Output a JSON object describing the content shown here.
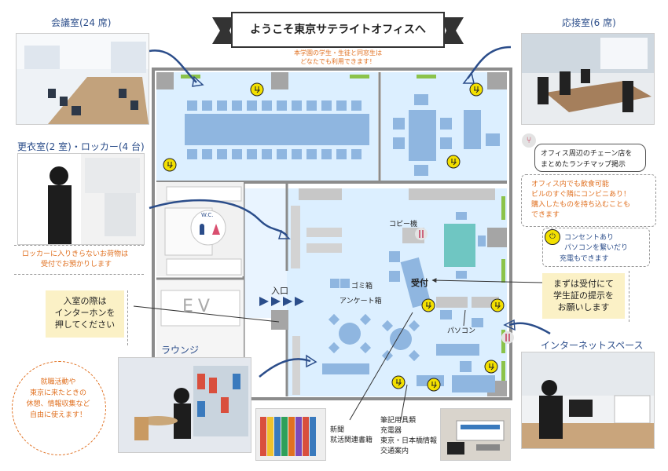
{
  "banner": {
    "title": "ようこそ東京サテライトオフィスへ",
    "subtitle_line1": "本学園の学生・生徒と同窓生は",
    "subtitle_line2": "どなたでも利用できます！"
  },
  "rooms": {
    "meeting_room": "会議室(24 席)",
    "reception_room": "応接室(6 席)",
    "locker_room": "更衣室(2 室)・ロッカー(4 台)",
    "lounge": "ラウンジ",
    "internet_space": "インターネットスペース"
  },
  "notes": {
    "locker_line1": "ロッカーに入りきらないお荷物は",
    "locker_line2": "受付でお預かりします",
    "intercom_line1": "入室の際は",
    "intercom_line2": "インターホンを",
    "intercom_line3": "押してください",
    "lounge_line1": "就職活動や",
    "lounge_line2": "東京に来たときの",
    "lounge_line3": "休憩、情報収集など",
    "lounge_line4": "自由に使えます！",
    "lunch_line1": "オフィス周辺のチェーン店を",
    "lunch_line2": "まとめたランチマップ掲示",
    "food_line1": "オフィス内でも飲食可能",
    "food_line2": "ビルのすぐ隣にコンビニあり！",
    "food_line3": "購入したものを持ち込むことも",
    "food_line4": "できます",
    "outlet_line1": "コンセントあり",
    "outlet_line2": "パソコンを繋いだり",
    "outlet_line3": "充電もできます",
    "reception_line1": "まずは受付にて",
    "reception_line2": "学生証の提示を",
    "reception_line3": "お願いします"
  },
  "floor_labels": {
    "wc": "W.C.",
    "ev": "EV",
    "entrance": "入口",
    "copier": "コピー機",
    "reception": "受付",
    "trash": "ゴミ箱",
    "survey": "アンケート箱",
    "pc": "パソコン"
  },
  "bottom_labels": {
    "newspaper_line1": "新聞",
    "newspaper_line2": "就活関連書籍",
    "supplies_line1": "筆記用具類",
    "supplies_line2": "充電器",
    "supplies_line3": "東京・日本橋情報",
    "supplies_line4": "交通案内"
  },
  "colors": {
    "title_blue": "#2b4d8a",
    "note_orange": "#e07020",
    "room_fill": "#dcefff",
    "furniture": "#8fb6e0",
    "outlet_yellow": "#f3e000",
    "wall": "#8c8c8c",
    "accent_green": "#8bc34a",
    "reception_desk": "#6fc6c2",
    "bubble_yellow": "#fbf1c6"
  }
}
